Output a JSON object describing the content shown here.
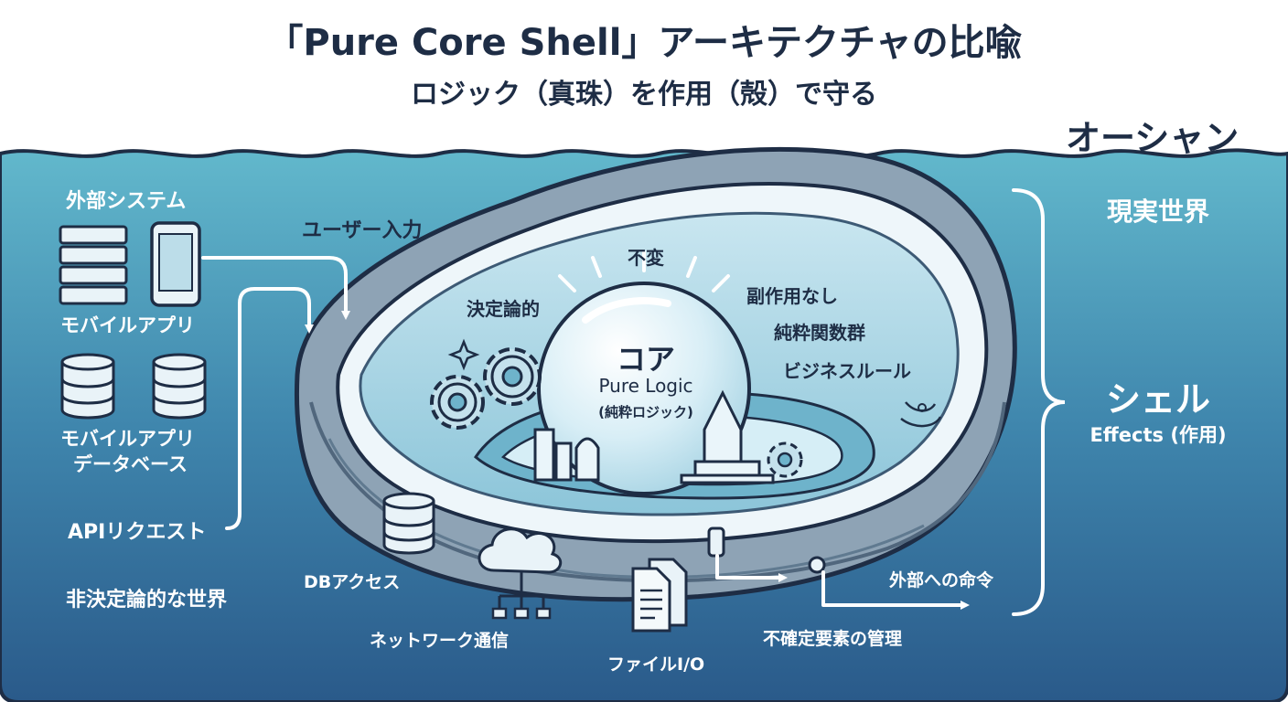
{
  "title": "「Pure Core Shell」アーキテクチャの比喩",
  "subtitle": "ロジック（真珠）を作用（殻）で守る",
  "ocean_label": "オーシャン",
  "left": {
    "external_systems": "外部システム",
    "mobile_app": "モバイルアプリ",
    "database_label_line1": "モバイルアプリ",
    "database_label_line2": "データベース",
    "api_request": "APIリクエスト",
    "nondeterministic_world": "非決定論的な世界"
  },
  "inputs": {
    "user_input": "ユーザー入力"
  },
  "core": {
    "title": "コア",
    "name": "Pure Logic",
    "name_jp": "(純粋ロジック)",
    "properties": {
      "immutable": "不変",
      "deterministic": "決定論的",
      "no_side_effects": "副作用なし",
      "pure_functions": "純粋関数群",
      "business_rules": "ビジネスルール"
    }
  },
  "shell_items": {
    "db_access": "DBアクセス",
    "network": "ネットワーク通信",
    "file_io": "ファイルI/O",
    "external_commands": "外部への命令",
    "uncertainty": "不確定要素の管理"
  },
  "right": {
    "real_world": "現実世界",
    "shell": "シェル",
    "effects": "Effects (作用)"
  },
  "colors": {
    "text_dark": "#1e2d45",
    "ocean_top": "#5fb3c9",
    "ocean_bottom": "#2b5f8e",
    "shell_outer": "#7f95a8",
    "shell_inner": "#e9f3f8",
    "pearl": "#d7eef6"
  },
  "icons": [
    "server-icon",
    "smartphone-icon",
    "database-icon",
    "gear-icon",
    "cloud-icon",
    "document-icon",
    "pipe-valve-icon",
    "sparkle-icon"
  ]
}
